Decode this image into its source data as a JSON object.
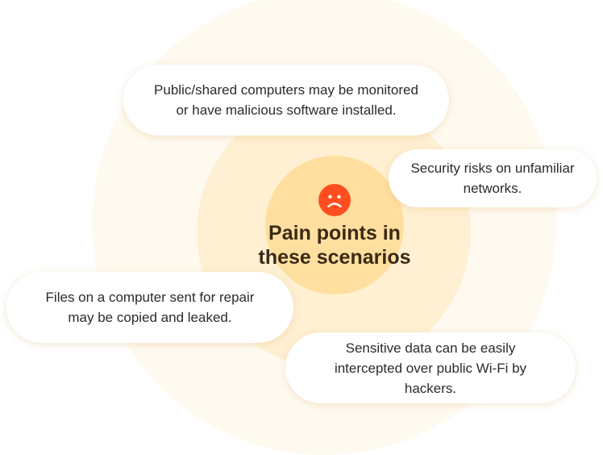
{
  "center": {
    "icon": "sad-face-icon",
    "title": "Pain points in\nthese scenarios"
  },
  "pain_points": [
    {
      "text": "Public/shared computers may be monitored\nor have malicious software installed."
    },
    {
      "text": "Security risks on unfamiliar\nnetworks."
    },
    {
      "text": "Files on a computer sent for repair\nmay be copied and leaked."
    },
    {
      "text": "Sensitive data can be easily\nintercepted over public Wi-Fi by\nhackers."
    }
  ],
  "colors": {
    "ring_outer": "#fffaf0",
    "ring_middle": "#fff0d3",
    "ring_inner": "#ffdf9f",
    "icon": "#ff4e1f",
    "title": "#3a2a14"
  }
}
